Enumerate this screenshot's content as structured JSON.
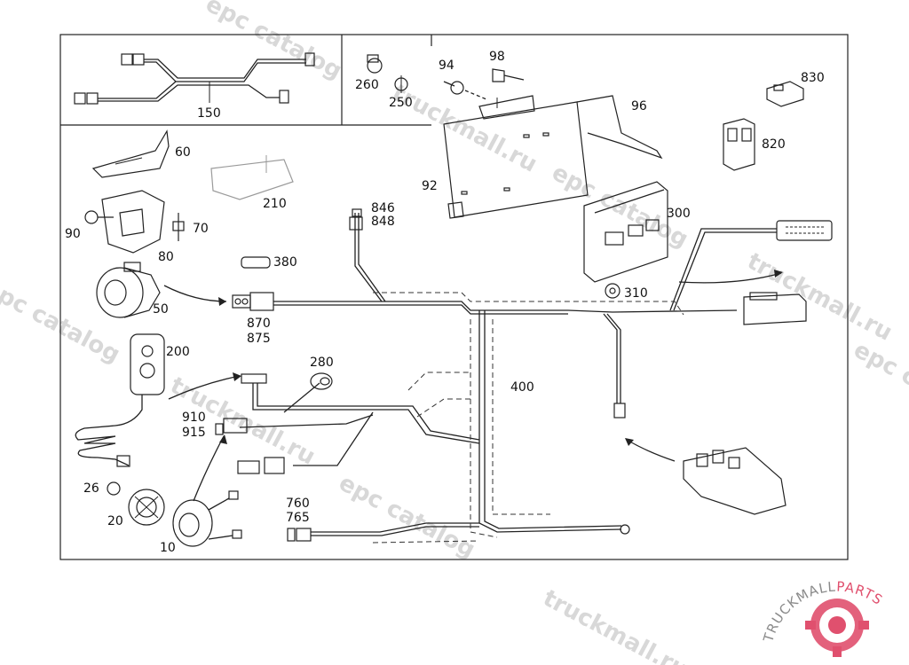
{
  "watermark": {
    "segments": [
      "epc catalog",
      "truckmall.ru",
      "epc catalog",
      "truckmall.ru",
      "epc catalog",
      "truckmall.ru",
      "epc catalog",
      "truckmall.ru",
      "epc catalog"
    ]
  },
  "logo": {
    "text_main": "TRUCKMALL",
    "text_accent": "PARTS",
    "color_main": "#8a8a8a",
    "color_accent": "#e0506e"
  },
  "parts": {
    "p150": "150",
    "p260": "260",
    "p250": "250",
    "p94": "94",
    "p98": "98",
    "p96": "96",
    "p92": "92",
    "p830": "830",
    "p820": "820",
    "p60": "60",
    "p210": "210",
    "p90": "90",
    "p70": "70",
    "p80": "80",
    "p846": "846",
    "p848": "848",
    "p300": "300",
    "p380": "380",
    "p50": "50",
    "p870": "870",
    "p875": "875",
    "p310": "310",
    "p200": "200",
    "p400": "400",
    "p280": "280",
    "p910": "910",
    "p915": "915",
    "p26": "26",
    "p20": "20",
    "p10": "10",
    "p760": "760",
    "p765": "765"
  }
}
